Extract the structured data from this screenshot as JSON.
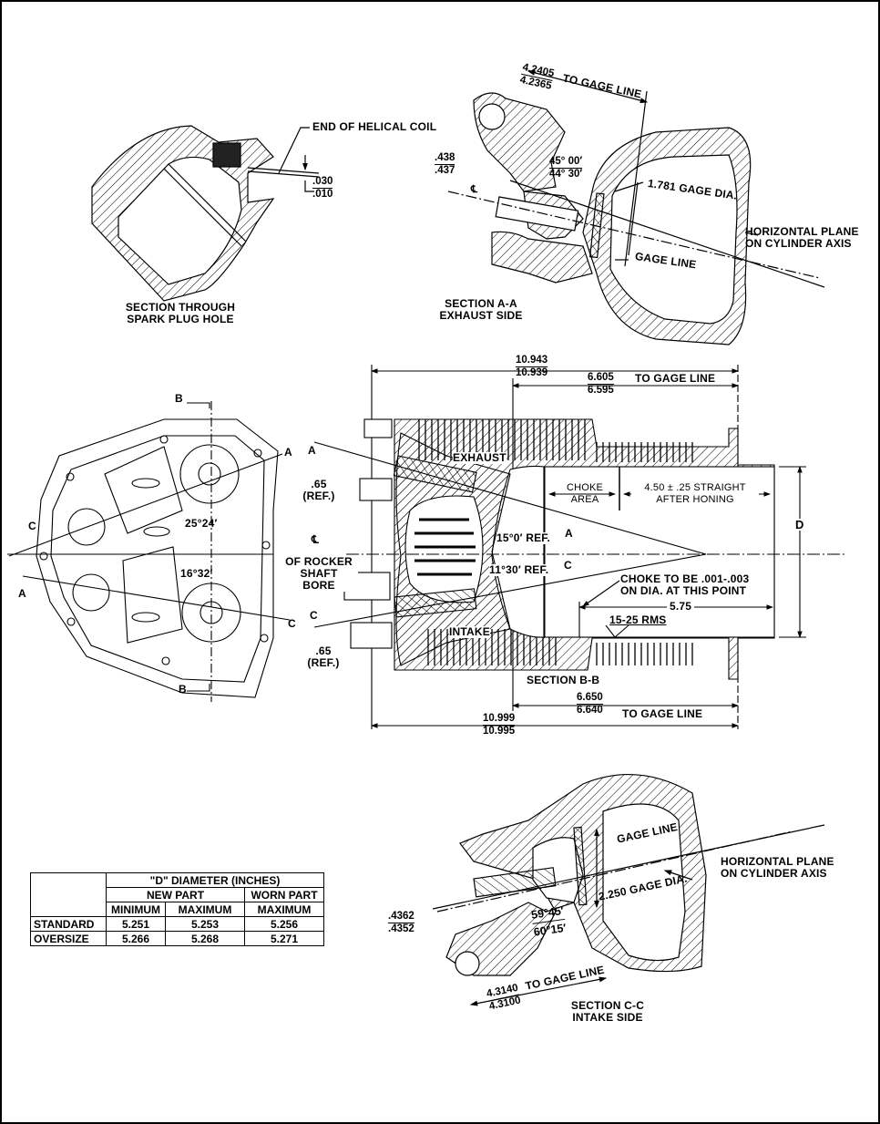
{
  "spark_plug_section": {
    "title_line1": "SECTION THROUGH",
    "title_line2": "SPARK PLUG HOLE",
    "callout": "END OF HELICAL COIL",
    "dim_upper": ".030",
    "dim_lower": ".010"
  },
  "section_aa": {
    "title_line1": "SECTION A-A",
    "title_line2": "EXHAUST SIDE",
    "dim_to_gage_upper": "4.2405",
    "dim_to_gage_lower": "4.2365",
    "to_gage_line": "TO GAGE LINE",
    "bore_upper": ".438",
    "bore_lower": ".437",
    "angle_upper": "45° 00′",
    "angle_lower": "44° 30′",
    "gage_dia": "1.781 GAGE DIA.",
    "gage_line": "GAGE LINE",
    "horizontal_plane_line1": "HORIZONTAL PLANE",
    "horizontal_plane_line2": "ON CYLINDER AXIS",
    "centerline": "℄"
  },
  "top_view": {
    "angle_upper": "25°24′",
    "angle_lower": "16°32′",
    "section_marks": {
      "b_top": "B",
      "b_bottom": "B",
      "a_right": "A",
      "a_left": "A",
      "c_left": "C",
      "c_right": "C"
    }
  },
  "section_bb": {
    "title": "SECTION B-B",
    "overall_upper": "10.943",
    "overall_lower": "10.939",
    "gage_upper": "6.605",
    "gage_lower": "6.595",
    "to_gage_line_top": "TO GAGE LINE",
    "bottom_overall_upper": "10.999",
    "bottom_overall_lower": "10.995",
    "bottom_gage_upper": "6.650",
    "bottom_gage_lower": "6.640",
    "to_gage_line_bottom": "TO GAGE LINE",
    "exhaust": "EXHAUST",
    "intake": "INTAKE",
    "choke_area_line1": "CHOKE",
    "choke_area_line2": "AREA",
    "straight_line1": "4.50 ± .25 STRAIGHT",
    "straight_line2": "AFTER HONING",
    "ref_65_top": ".65",
    "ref_65_top_ref": "(REF.)",
    "ref_65_bottom": ".65",
    "ref_65_bottom_ref": "(REF.)",
    "rocker_cl": "℄",
    "rocker_line1": "OF ROCKER",
    "rocker_line2": "SHAFT",
    "rocker_line3": "BORE",
    "angle_15": "15°0′ REF.",
    "angle_11": "11°30′ REF.",
    "choke_note_line1": "CHOKE TO BE .001-.003",
    "choke_note_line2": "ON DIA. AT THIS POINT",
    "dim_575": "5.75",
    "rms": "15-25 RMS",
    "diameter_label": "D",
    "mark_a_upper": "A",
    "mark_a_left": "A",
    "mark_a_right": "A",
    "mark_c_left": "C",
    "mark_c_right": "C"
  },
  "section_cc": {
    "title_line1": "SECTION C-C",
    "title_line2": "INTAKE SIDE",
    "gage_line": "GAGE LINE",
    "gage_dia": "2.250 GAGE DIA.",
    "horizontal_plane_line1": "HORIZONTAL PLANE",
    "horizontal_plane_line2": "ON CYLINDER AXIS",
    "bore_upper": ".4362",
    "bore_lower": ".4352",
    "angle_upper": "59°45′",
    "angle_lower": "60°15′",
    "dim_to_gage_upper": "4.3140",
    "dim_to_gage_lower": "4.3100",
    "to_gage_line": "TO GAGE LINE"
  },
  "diameter_table": {
    "header": "\"D\" DIAMETER (INCHES)",
    "group_new": "NEW PART",
    "group_worn": "WORN PART",
    "col_min": "MINIMUM",
    "col_max": "MAXIMUM",
    "col_worn_max": "MAXIMUM",
    "rows": [
      {
        "label": "STANDARD",
        "min": "5.251",
        "max": "5.253",
        "worn_max": "5.256"
      },
      {
        "label": "OVERSIZE",
        "min": "5.266",
        "max": "5.268",
        "worn_max": "5.271"
      }
    ]
  }
}
